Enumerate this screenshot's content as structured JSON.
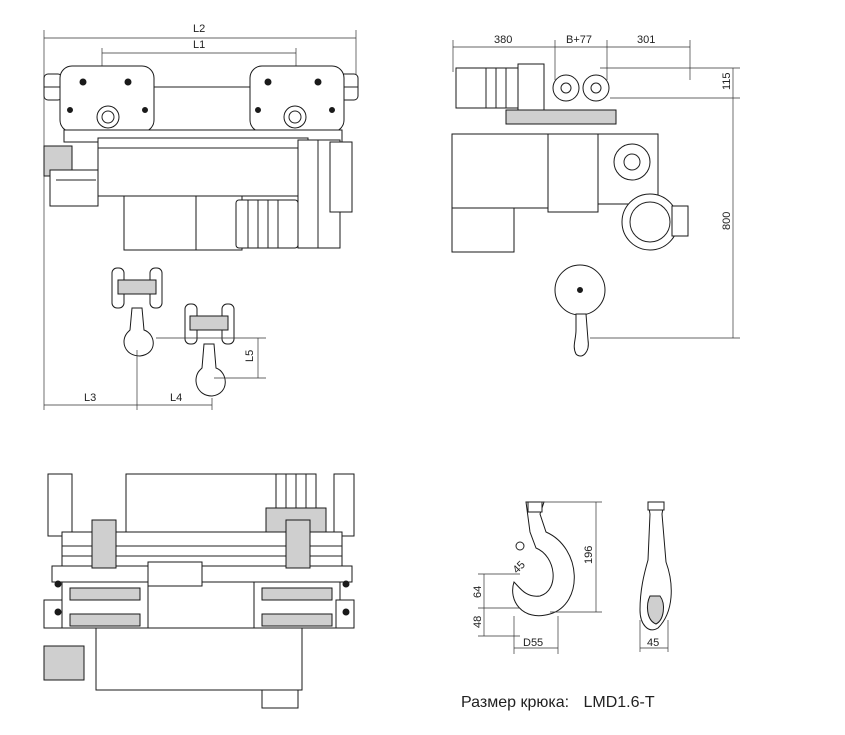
{
  "front_view": {
    "dim_l2": "L2",
    "dim_l1": "L1",
    "dim_l3": "L3",
    "dim_l4": "L4",
    "dim_l5": "L5"
  },
  "side_view": {
    "dim_left": "380",
    "dim_mid": "B+77",
    "dim_right": "301",
    "dim_top_height": "115",
    "dim_total_height": "800"
  },
  "hook_detail": {
    "dim_height": "196",
    "dim_angle": "45",
    "dim_throat": "64",
    "dim_shank": "48",
    "dim_diameter": "D55",
    "dim_width": "45"
  },
  "caption": {
    "label": "Размер крюка:",
    "model": "LMD1.6-T"
  }
}
